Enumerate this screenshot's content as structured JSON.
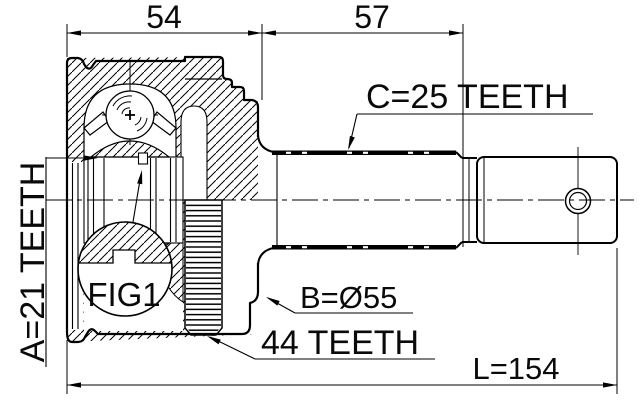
{
  "drawing": {
    "type": "technical-drawing",
    "subject": "cv-joint-outer",
    "background_color": "#ffffff",
    "line_color": "#000000",
    "dimensions": {
      "housing_width": "54",
      "spline_length": "57",
      "overall_length": "L=154"
    },
    "labels": {
      "outer_spline_teeth": "C=25 TEETH",
      "inner_spline_teeth": "A=21 TEETH",
      "abs_ring_teeth": "44 TEETH",
      "body_diameter": "B=Ø55",
      "detail_callout": "FIG1"
    }
  }
}
